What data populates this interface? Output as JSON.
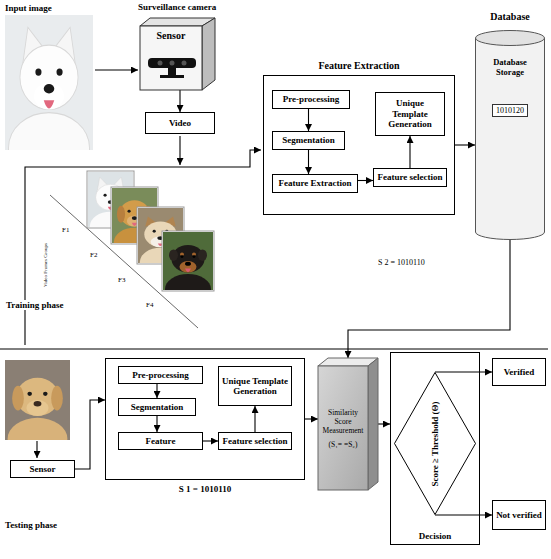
{
  "diagram": {
    "nodes": [
      {
        "text": [
          "Surveillance camera",
          "Sensor"
        ]
      },
      {
        "text": [
          "Video"
        ]
      },
      {
        "text": [
          "Feature Extraction"
        ]
      },
      {
        "text": [
          "Pre-processing"
        ],
        "in": 2
      },
      {
        "text": [
          "Segmentation"
        ],
        "in": 2
      },
      {
        "text": [
          "Feature Extraction"
        ],
        "in": 2
      },
      {
        "text": [
          "Feature selection"
        ],
        "in": 2
      },
      {
        "text": [
          "Unique Template Generation"
        ],
        "in": 2
      },
      {
        "text": [
          "Database",
          "Database Storage",
          "1010120"
        ]
      },
      {
        "text": [
          "Sensor"
        ]
      },
      {
        "text": [
          "S 1 = 1010110"
        ]
      },
      {
        "text": [
          "Pre-processing"
        ],
        "in": 10
      },
      {
        "text": [
          "Segmentation"
        ],
        "in": 10
      },
      {
        "text": [
          "Feature"
        ],
        "in": 10
      },
      {
        "text": [
          "Feature selection"
        ],
        "in": 10
      },
      {
        "text": [
          "Unique Template Generation"
        ],
        "in": 10
      },
      {
        "text": [
          "Similarity Score Measurement",
          "(S₁= =S₂)"
        ]
      },
      {
        "text": [
          "Decision"
        ]
      },
      {
        "text": [
          "Score ≥ Threshold (Θ)"
        ],
        "in": 17
      },
      {
        "text": [
          "Verified"
        ]
      },
      {
        "text": [
          "Not verified"
        ]
      }
    ],
    "edges": [
      {
        "from": 0,
        "to": 1,
        "arrow": "to"
      },
      {
        "from": 3,
        "to": 4,
        "arrow": "to"
      },
      {
        "from": 4,
        "to": 5,
        "arrow": "to"
      },
      {
        "from": 5,
        "to": 6,
        "arrow": "to"
      },
      {
        "from": 6,
        "to": 7,
        "arrow": "to"
      },
      {
        "from": 2,
        "to": 8,
        "arrow": "to"
      },
      {
        "from": 8,
        "to": 16,
        "arrow": "to"
      },
      {
        "from": 9,
        "to": 10,
        "arrow": "to"
      },
      {
        "from": 11,
        "to": 12,
        "arrow": "to"
      },
      {
        "from": 12,
        "to": 13,
        "arrow": "to"
      },
      {
        "from": 13,
        "to": 14,
        "arrow": "to"
      },
      {
        "from": 14,
        "to": 15,
        "arrow": "to"
      },
      {
        "from": 10,
        "to": 16,
        "arrow": "to"
      },
      {
        "from": 16,
        "to": 17,
        "arrow": "to"
      },
      {
        "from": 18,
        "to": 19,
        "arrow": "to"
      },
      {
        "from": 18,
        "to": 20,
        "arrow": "to"
      }
    ],
    "labels": [
      "Input image",
      "F1",
      "F2",
      "F3",
      "F4",
      "Video Frames Groups",
      "Training phase",
      "S 2 = 1010110",
      "Testing phase"
    ]
  }
}
